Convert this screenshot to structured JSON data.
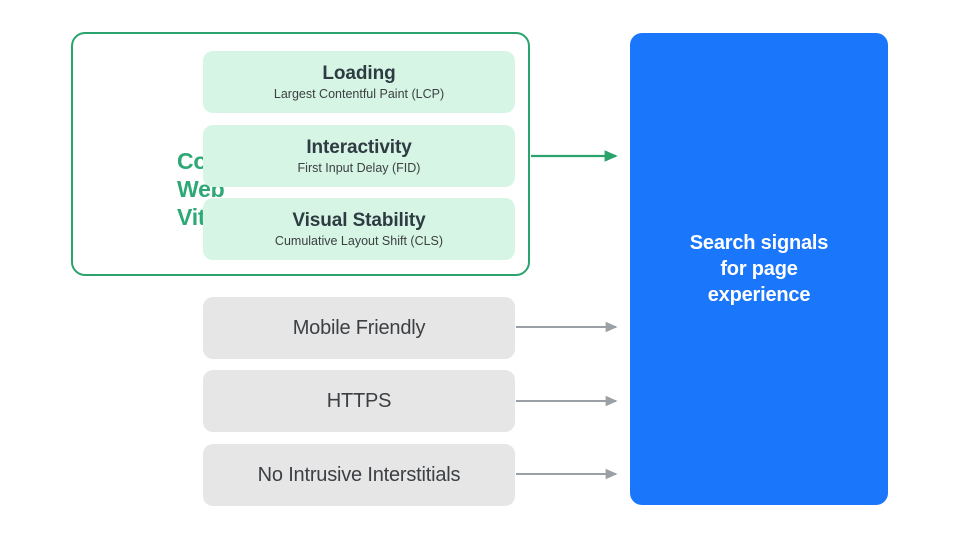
{
  "diagram": {
    "title": "Search signals for page experience",
    "colors": {
      "accent_green": "#2BA36D",
      "label_green": "#2EA877",
      "card_green": "#D6F5E4",
      "card_gray": "#E6E6E7",
      "panel_blue": "#1A76FB",
      "text_dark": "#3C4043",
      "arrow_gray": "#9AA0A6",
      "background": "#FFFFFF"
    },
    "core_web_vitals": {
      "label": "Core\nWeb\nVitals",
      "label_line_1": "Core",
      "label_line_2": "Web",
      "label_line_3": "Vitals",
      "metrics": [
        {
          "title": "Loading",
          "subtitle": "Largest Contentful Paint (LCP)"
        },
        {
          "title": "Interactivity",
          "subtitle": "First Input Delay (FID)"
        },
        {
          "title": "Visual Stability",
          "subtitle": "Cumulative Layout Shift (CLS)"
        }
      ]
    },
    "other_signals": [
      {
        "label": "Mobile Friendly"
      },
      {
        "label": "HTTPS"
      },
      {
        "label": "No Intrusive Interstitials"
      }
    ],
    "target": {
      "text": "Search signals\nfor page\nexperience"
    },
    "arrows": [
      {
        "name": "arrow-core-web-vitals",
        "color": "#2BA36D"
      },
      {
        "name": "arrow-mobile-friendly",
        "color": "#9AA0A6"
      },
      {
        "name": "arrow-https",
        "color": "#9AA0A6"
      },
      {
        "name": "arrow-no-intrusive-interstitials",
        "color": "#9AA0A6"
      }
    ]
  }
}
